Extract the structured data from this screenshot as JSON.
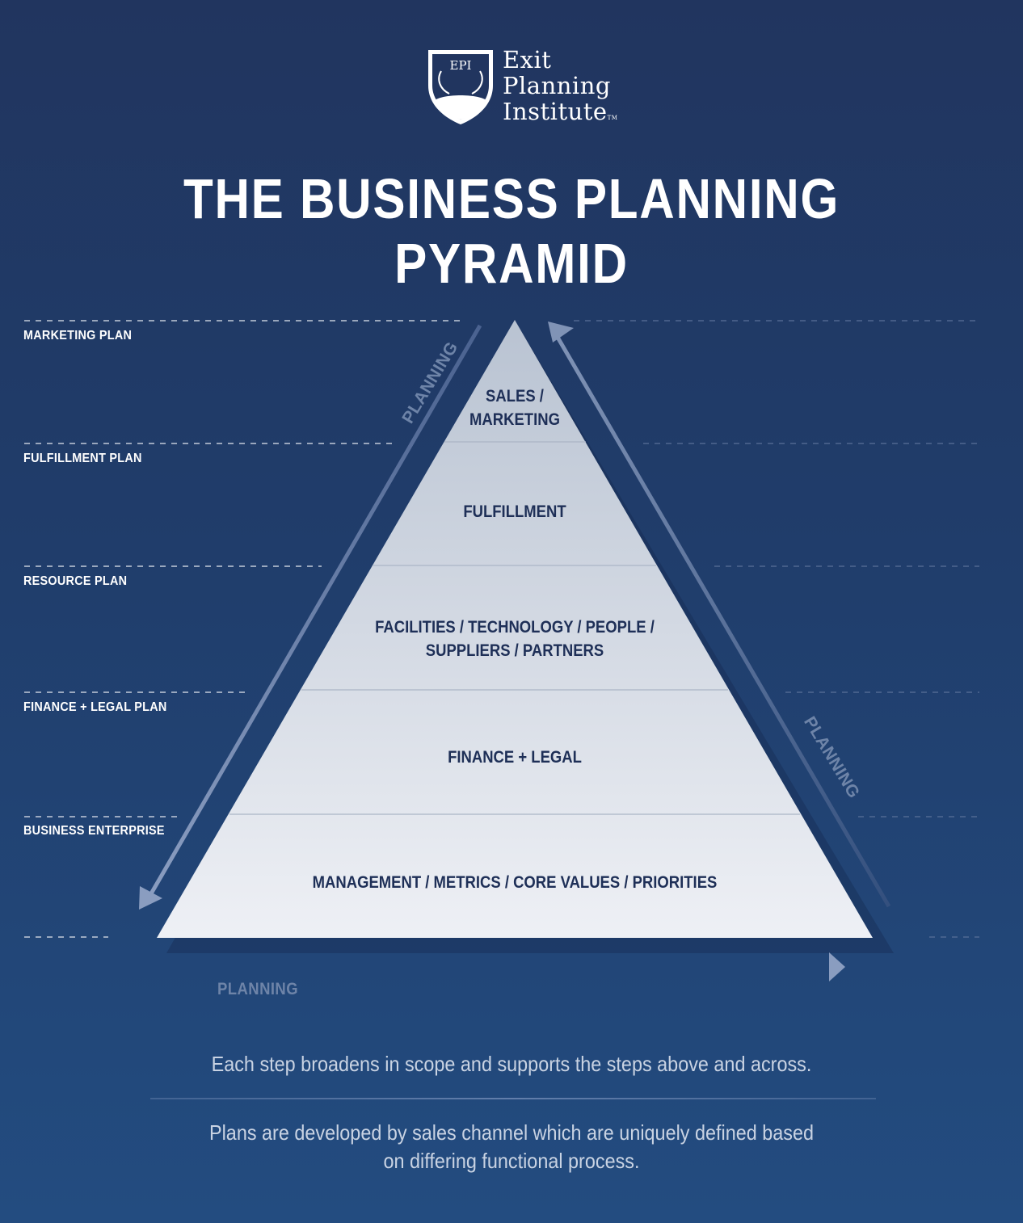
{
  "logo": {
    "badge_text": "EPI",
    "lines": [
      "Exit",
      "Planning",
      "Institute"
    ],
    "trademark": "TM"
  },
  "title": "THE BUSINESS PLANNING PYRAMID",
  "levels": [
    {
      "label": "MARKETING PLAN",
      "tier_lines": [
        "SALES /",
        "MARKETING"
      ]
    },
    {
      "label": "FULFILLMENT PLAN",
      "tier_lines": [
        "FULFILLMENT"
      ]
    },
    {
      "label": "RESOURCE PLAN",
      "tier_lines": [
        "FACILITIES /  TECHNOLOGY / PEOPLE /",
        "SUPPLIERS / PARTNERS"
      ]
    },
    {
      "label": "FINANCE + LEGAL PLAN",
      "tier_lines": [
        "FINANCE + LEGAL"
      ]
    },
    {
      "label": "BUSINESS ENTERPRISE",
      "tier_lines": [
        "MANAGEMENT / METRICS / CORE VALUES / PRIORITIES"
      ]
    }
  ],
  "arrows": {
    "left_label": "PLANNING",
    "right_label": "PLANNING",
    "bottom_label": "PLANNING"
  },
  "captions": {
    "line1": "Each step broadens in scope and supports the steps above and across.",
    "line2a": "Plans are developed by sales channel which are uniquely defined based",
    "line2b": "on differing functional process."
  },
  "colors": {
    "background_top": "#21355f",
    "background_bottom": "#234c80",
    "tier_text": "#1e2f57",
    "arrow": "#7d91b3"
  }
}
